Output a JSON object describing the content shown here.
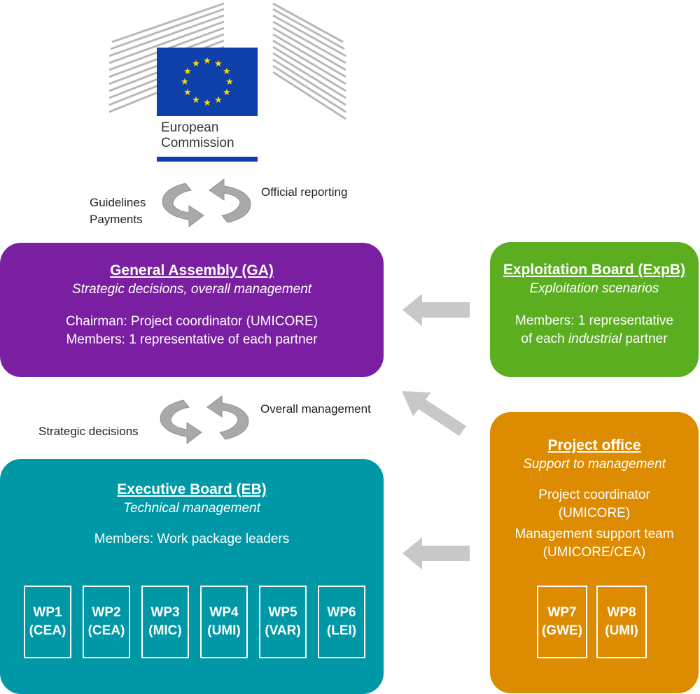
{
  "logo": {
    "text_line1": "European",
    "text_line2": "Commission",
    "flag_color": "#0f3fa8",
    "star_color": "#ffdd00"
  },
  "cycle_top": {
    "left_label_1": "Guidelines",
    "left_label_2": "Payments",
    "right_label": "Official reporting"
  },
  "cycle_mid": {
    "left_label": "Strategic decisions",
    "right_label": "Overall management"
  },
  "general_assembly": {
    "title": "General Assembly (GA)",
    "subtitle": "Strategic decisions, overall management",
    "line1": "Chairman: Project coordinator (UMICORE)",
    "line2": "Members: 1 representative of each partner",
    "color": "#7b1fa2"
  },
  "exploitation_board": {
    "title": "Exploitation Board (ExpB)",
    "subtitle": "Exploitation scenarios",
    "line1": "Members: 1 representative",
    "line2_pre": "of each ",
    "line2_em": "industrial",
    "line2_post": " partner",
    "color": "#5aae20"
  },
  "project_office": {
    "title": "Project office",
    "subtitle": "Support to management",
    "line1": "Project coordinator",
    "line2": "(UMICORE)",
    "line3": "Management support team",
    "line4": "(UMICORE/CEA)",
    "work_packages": [
      {
        "name": "WP7",
        "lead": "(GWE)"
      },
      {
        "name": "WP8",
        "lead": "(UMI)"
      }
    ],
    "color": "#dd8b00"
  },
  "executive_board": {
    "title": "Executive Board (EB)",
    "subtitle": "Technical management",
    "line1": "Members: Work package leaders",
    "work_packages": [
      {
        "name": "WP1",
        "lead": "(CEA)"
      },
      {
        "name": "WP2",
        "lead": "(CEA)"
      },
      {
        "name": "WP3",
        "lead": "(MIC)"
      },
      {
        "name": "WP4",
        "lead": "(UMI)"
      },
      {
        "name": "WP5",
        "lead": "(VAR)"
      },
      {
        "name": "WP6",
        "lead": "(LEI)"
      }
    ],
    "color": "#0098a6"
  }
}
